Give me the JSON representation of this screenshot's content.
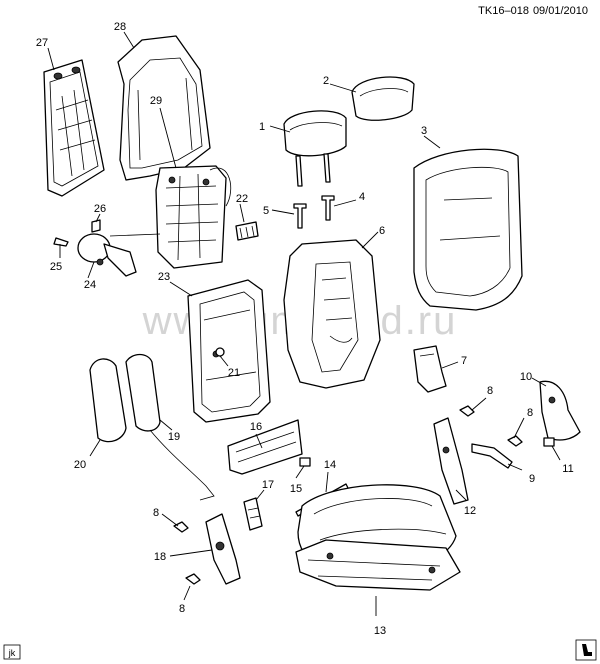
{
  "header": {
    "code": "TK16–018",
    "date": "09/01/2010"
  },
  "watermark": "www.gm-load.ru",
  "footer_tag": "jk",
  "labels": {
    "p1": "1",
    "p2": "2",
    "p3": "3",
    "p4": "4",
    "p5": "5",
    "p6": "6",
    "p7": "7",
    "p8a": "8",
    "p8b": "8",
    "p8c": "8",
    "p8d": "8",
    "p9": "9",
    "p10": "10",
    "p11": "11",
    "p12": "12",
    "p13": "13",
    "p14": "14",
    "p15": "15",
    "p16": "16",
    "p17": "17",
    "p18": "18",
    "p19": "19",
    "p20": "20",
    "p21": "21",
    "p22": "22",
    "p23": "23",
    "p24": "24",
    "p25": "25",
    "p26": "26",
    "p27": "27",
    "p28": "28",
    "p29": "29"
  }
}
